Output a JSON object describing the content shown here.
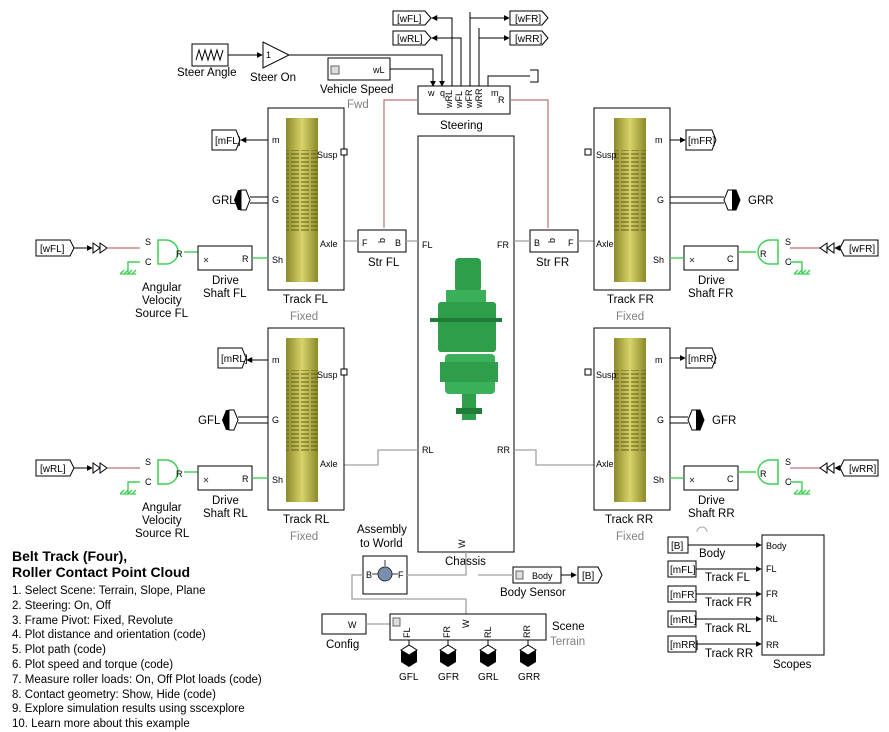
{
  "notes": {
    "title_line1": "Belt Track (Four),",
    "title_line2": "Roller Contact Point Cloud",
    "items": [
      "1. Select Scene: Terrain, Slope, Plane",
      "2. Steering: On, Off",
      "3. Frame Pivot: Fixed, Revolute",
      "4. Plot distance and orientation (code)",
      "5. Plot path (code)",
      "6. Plot speed and torque (code)",
      "7. Measure roller loads: On, Off  Plot loads (code)",
      "8. Contact geometry: Show, Hide (code)",
      "9. Explore simulation results using sscexplore",
      "10. Learn more about this example"
    ]
  },
  "steer_angle": "Steer Angle",
  "steer_on": {
    "label": "Steer On",
    "gain": "1"
  },
  "vehicle_speed": {
    "label": "Vehicle Speed",
    "port": "wL"
  },
  "fwd": "Fwd",
  "steering": {
    "label": "Steering",
    "in_ports": [
      "w",
      "q",
      "wRL",
      "wFL",
      "wFR",
      "wRR",
      "m"
    ],
    "port_R": "R"
  },
  "goto_tags": {
    "wFL": "[wFL]",
    "wFR": "[wFR]",
    "wRL": "[wRL]",
    "wRR": "[wRR]"
  },
  "tracks": {
    "fl": {
      "label": "Track FL",
      "sub": "Fixed",
      "m_tag": "[mFL]",
      "g_tag": "GRL"
    },
    "fr": {
      "label": "Track FR",
      "sub": "Fixed",
      "m_tag": "[mFR]",
      "g_tag": "GRR"
    },
    "rl": {
      "label": "Track RL",
      "sub": "Fixed",
      "m_tag": "[mRL]",
      "g_tag": "GFL"
    },
    "rr": {
      "label": "Track RR",
      "sub": "Fixed",
      "m_tag": "[mRR]",
      "g_tag": "GFR"
    }
  },
  "track_ports": {
    "m": "m",
    "susp": "Susp",
    "g": "G",
    "axle": "Axle",
    "sh": "Sh"
  },
  "drive_shafts": {
    "fl": {
      "label1": "Drive",
      "label2": "Shaft FL",
      "port": "R"
    },
    "fr": {
      "label1": "Drive",
      "label2": "Shaft FR",
      "port": "C"
    },
    "rl": {
      "label1": "Drive",
      "label2": "Shaft RL",
      "port": "R"
    },
    "rr": {
      "label1": "Drive",
      "label2": "Shaft RR",
      "port": "C"
    }
  },
  "ang_vel": {
    "fl": {
      "l1": "Angular",
      "l2": "Velocity",
      "l3": "Source FL",
      "tag": "[wFL]"
    },
    "rl": {
      "l1": "Angular",
      "l2": "Velocity",
      "l3": "Source RL",
      "tag": "[wRL]"
    },
    "fr": {
      "tag": "[wFR]"
    },
    "rr": {
      "tag": "[wRR]"
    }
  },
  "str": {
    "fl": "Str FL",
    "fr": "Str FR",
    "port_F": "F",
    "port_B": "B",
    "port_q": "q"
  },
  "chassis": {
    "label": "Chassis",
    "ports": [
      "FL",
      "FR",
      "RL",
      "RR"
    ],
    "bottom_port": "W"
  },
  "assembly": {
    "l1": "Assembly",
    "l2": "to World",
    "B": "B",
    "F": "F"
  },
  "body_sensor": {
    "label": "Body Sensor",
    "port": "Body",
    "tag": "[B]"
  },
  "config": {
    "label": "Config",
    "port": "W"
  },
  "scene": {
    "label": "Scene",
    "sub": "Terrain",
    "ports": [
      "FL",
      "FR",
      "RL",
      "RR"
    ],
    "top_port": "W"
  },
  "ground_tags": [
    "GFL",
    "GFR",
    "GRL",
    "GRR"
  ],
  "scopes": {
    "label": "Scopes",
    "ports": [
      "Body",
      "FL",
      "FR",
      "RL",
      "RR"
    ],
    "signals": [
      "Body",
      "Track FL",
      "Track FR",
      "Track RL",
      "Track RR"
    ],
    "tags": [
      "[B]",
      "[mFL]",
      "[mFR]",
      "[mRL]",
      "[mRR]"
    ]
  },
  "colors": {
    "mech_wire": "#3fcf55",
    "phys_wire": "#a0a0a0",
    "chassis_green": "#2e9e4a",
    "track_yellow": "#c9c45a"
  }
}
